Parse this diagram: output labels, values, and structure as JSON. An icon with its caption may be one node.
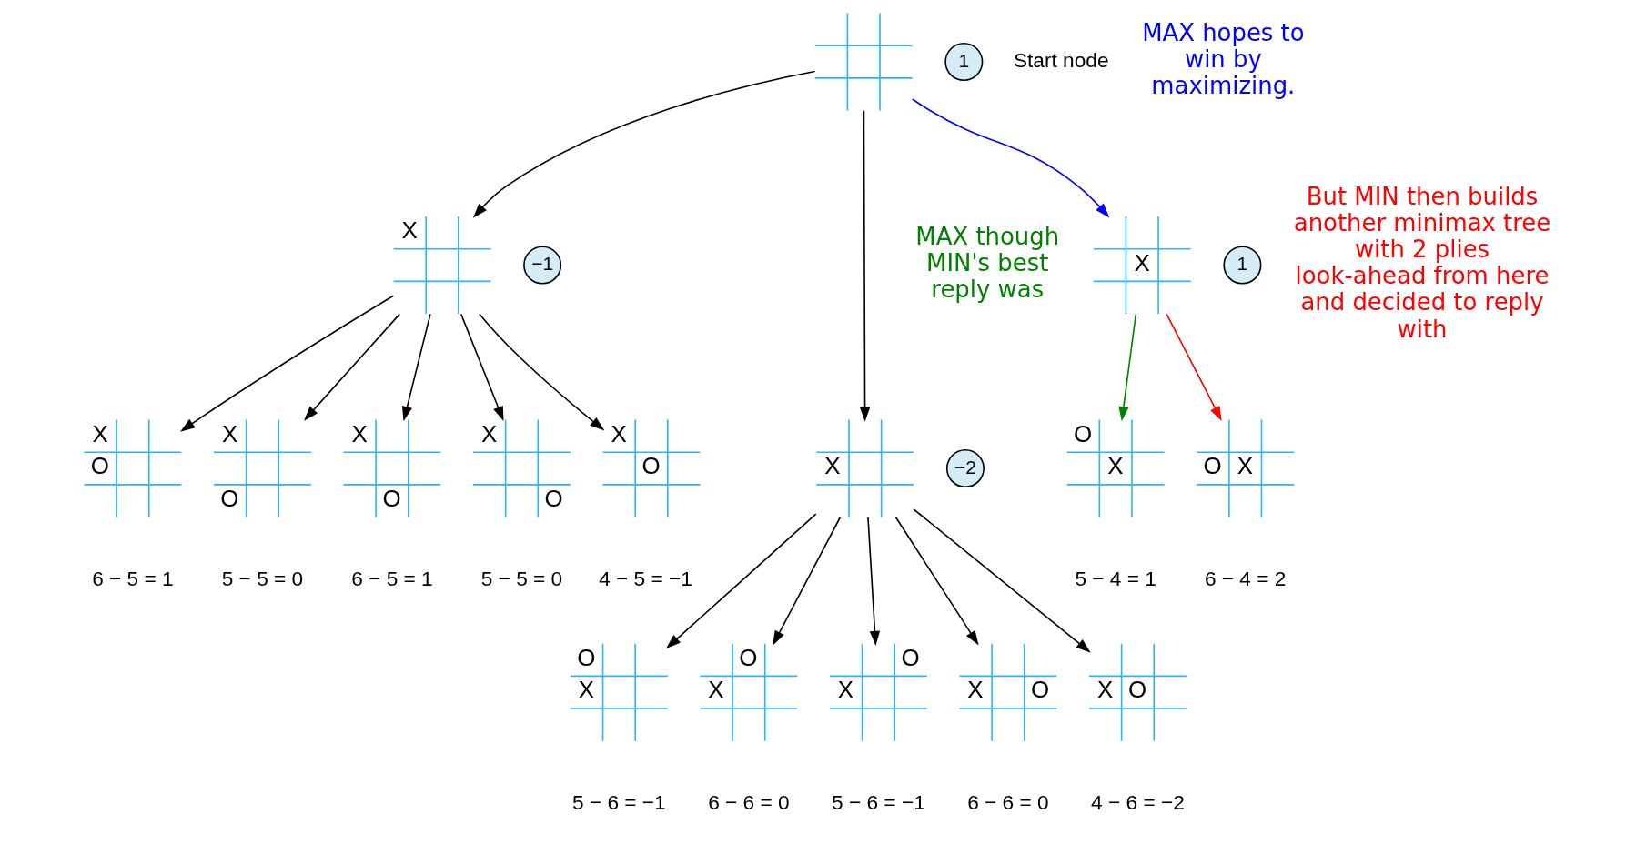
{
  "diagram": {
    "nodes": [
      {
        "text": [],
        "shape": "grid",
        "beside": [
          "1",
          "Start node"
        ]
      },
      {
        "text": [
          "X"
        ],
        "beside": [
          "−1"
        ]
      },
      {
        "text": [
          "X"
        ],
        "beside": [
          "−2"
        ]
      },
      {
        "text": [
          "X"
        ],
        "beside": [
          "1"
        ]
      },
      {
        "text": [
          "X",
          "O"
        ],
        "beside": [
          "6 − 5 = 1"
        ]
      },
      {
        "text": [
          "X",
          "O"
        ],
        "beside": [
          "5 − 5 = 0"
        ]
      },
      {
        "text": [
          "X",
          "O"
        ],
        "beside": [
          "6 − 5 = 1"
        ]
      },
      {
        "text": [
          "X",
          "O"
        ],
        "beside": [
          "5 − 5 = 0"
        ]
      },
      {
        "text": [
          "X",
          "O"
        ],
        "beside": [
          "4 − 5 = −1"
        ]
      },
      {
        "text": [
          "O",
          "X"
        ],
        "beside": [
          "5 − 6 = −1"
        ]
      },
      {
        "text": [
          "O",
          "X"
        ],
        "beside": [
          "6 − 6 = 0"
        ]
      },
      {
        "text": [
          "O",
          "X"
        ],
        "beside": [
          "5 − 6 = −1"
        ]
      },
      {
        "text": [
          "X",
          "O"
        ],
        "beside": [
          "6 − 6 = 0"
        ]
      },
      {
        "text": [
          "X",
          "O"
        ],
        "beside": [
          "4 − 6 = −2"
        ]
      },
      {
        "text": [
          "O",
          "X"
        ],
        "beside": [
          "5 − 4 = 1"
        ]
      },
      {
        "text": [
          "O",
          "X"
        ],
        "beside": [
          "6 − 4 = 2"
        ]
      }
    ],
    "edges": [
      {
        "from": 0,
        "to": 1,
        "arrow": "to"
      },
      {
        "from": 0,
        "to": 2,
        "arrow": "to"
      },
      {
        "from": 0,
        "to": 3,
        "arrow": "to",
        "color": "#0000ff"
      },
      {
        "from": 1,
        "to": 4,
        "arrow": "to"
      },
      {
        "from": 1,
        "to": 5,
        "arrow": "to"
      },
      {
        "from": 1,
        "to": 6,
        "arrow": "to"
      },
      {
        "from": 1,
        "to": 7,
        "arrow": "to"
      },
      {
        "from": 1,
        "to": 8,
        "arrow": "to"
      },
      {
        "from": 2,
        "to": 9,
        "arrow": "to"
      },
      {
        "from": 2,
        "to": 10,
        "arrow": "to"
      },
      {
        "from": 2,
        "to": 11,
        "arrow": "to"
      },
      {
        "from": 2,
        "to": 12,
        "arrow": "to"
      },
      {
        "from": 2,
        "to": 13,
        "arrow": "to"
      },
      {
        "from": 3,
        "to": 14,
        "arrow": "to",
        "color": "#008000"
      },
      {
        "from": 3,
        "to": 15,
        "arrow": "to",
        "color": "#ff0000"
      }
    ],
    "labels": [
      "MAX hopes to win by maximizing.",
      "MAX though MIN's best reply was",
      "But MIN then builds another minimax tree with 2 plies look-ahead from here and decided to reply with"
    ]
  }
}
